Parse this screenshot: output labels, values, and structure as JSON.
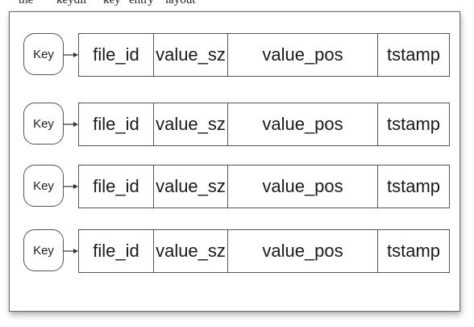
{
  "caption_fragment": [
    "the",
    "keydir",
    "key",
    "entry",
    "layout"
  ],
  "diagram": {
    "rows": [
      {
        "key": "Key",
        "fields": [
          "file_id",
          "value_sz",
          "value_pos",
          "tstamp"
        ]
      },
      {
        "key": "Key",
        "fields": [
          "file_id",
          "value_sz",
          "value_pos",
          "tstamp"
        ]
      },
      {
        "key": "Key",
        "fields": [
          "file_id",
          "value_sz",
          "value_pos",
          "tstamp"
        ]
      },
      {
        "key": "Key",
        "fields": [
          "file_id",
          "value_sz",
          "value_pos",
          "tstamp"
        ]
      }
    ],
    "colors": {
      "stroke": "#555555",
      "shadow": "#00000055"
    }
  }
}
